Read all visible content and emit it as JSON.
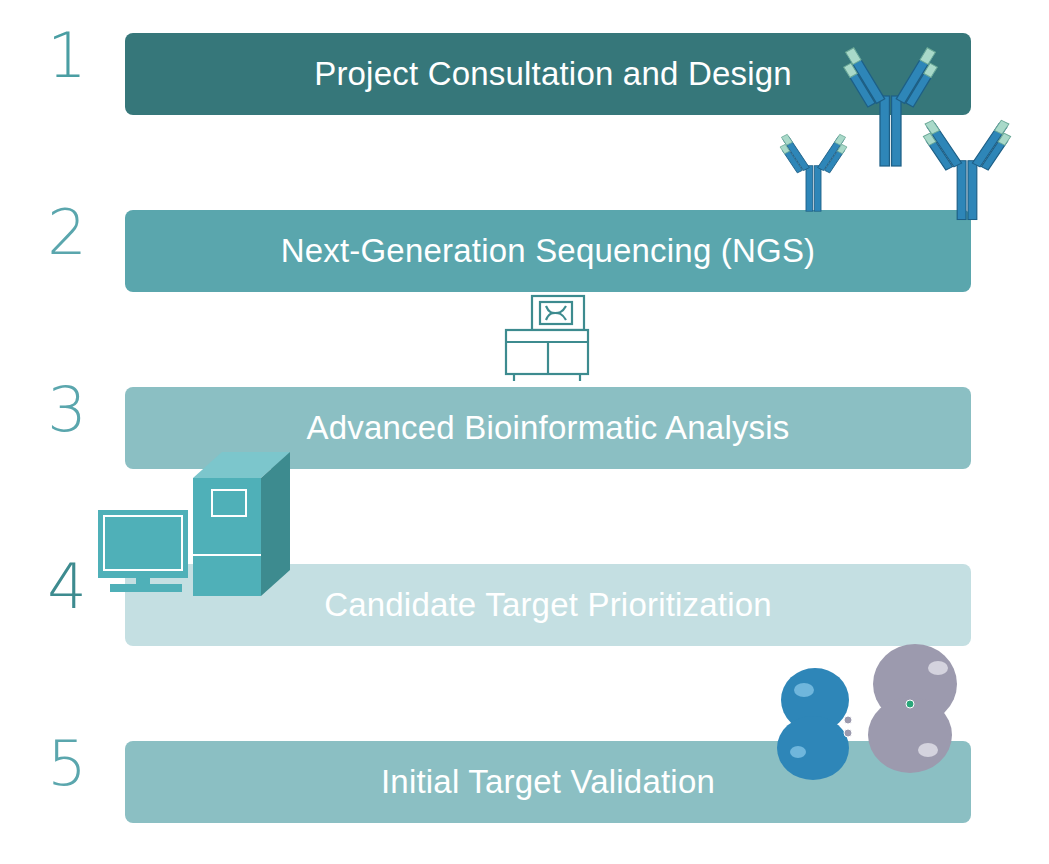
{
  "diagram": {
    "nodes": [
      {
        "text": [
          "1",
          "Project Consultation and Design"
        ]
      },
      {
        "text": [
          "2",
          "Next-Generation Sequencing (NGS)"
        ]
      },
      {
        "text": [
          "3",
          "Advanced Bioinformatic Analysis"
        ]
      },
      {
        "text": [
          "4",
          "Candidate Target Prioritization"
        ]
      },
      {
        "text": [
          "5",
          "Initial Target Validation"
        ]
      }
    ]
  }
}
